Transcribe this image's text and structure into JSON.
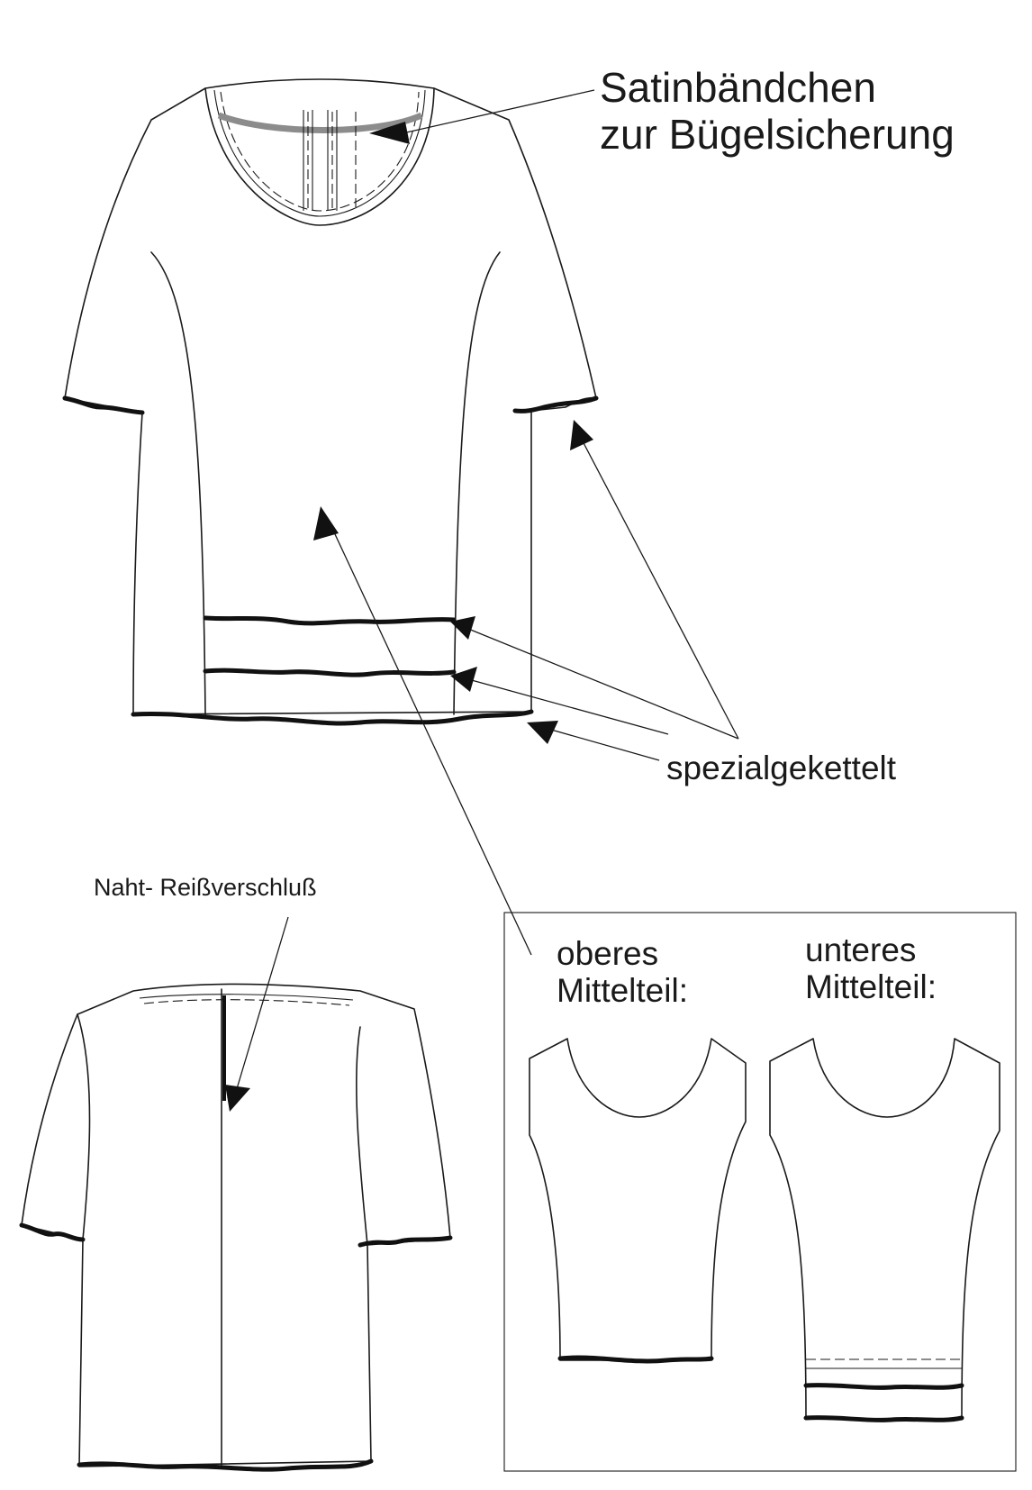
{
  "labels": {
    "satin_line1": "Satinbändchen",
    "satin_line2": "zur Bügelsicherung",
    "spezial": "spezialgekettelt",
    "naht": "Naht- Reißverschluß",
    "oberes_line1": "oberes",
    "oberes_line2": "Mittelteil:",
    "unteres_line1": "unteres",
    "unteres_line2": "Mittelteil:"
  },
  "colors": {
    "ink": "#1a1a1a",
    "satin_ribbon": "#8c8c8c",
    "background": "#ffffff"
  }
}
